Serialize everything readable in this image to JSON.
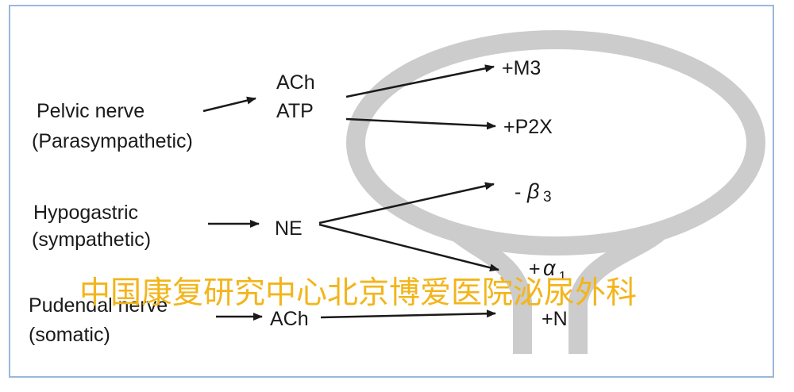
{
  "nerves": {
    "pelvic": {
      "name": "Pelvic nerve",
      "type": "(Parasympathetic)"
    },
    "hypogastric": {
      "name": "Hypogastric",
      "type": "(sympathetic)"
    },
    "pudendal": {
      "name": "Pudendal nerve",
      "type": "(somatic)"
    }
  },
  "transmitters": {
    "ach_pelvic": "ACh",
    "atp": "ATP",
    "ne": "NE",
    "ach_pudendal": "ACh"
  },
  "receptors": {
    "m3": "+M3",
    "p2x": "+P2X",
    "beta3_sign": "-",
    "beta3_symbol": "β",
    "beta3_sub": "3",
    "alpha1_sign": "+",
    "alpha1_symbol": "α",
    "alpha1_sub": "1",
    "nicotinic": "+N"
  },
  "watermark": "中国康复研究中心北京博爱医院泌尿外科",
  "colors": {
    "bladder": "#cccccc",
    "text": "#1a1a1a",
    "watermark": "#f2b51b",
    "frame": "#9bb7dc"
  }
}
